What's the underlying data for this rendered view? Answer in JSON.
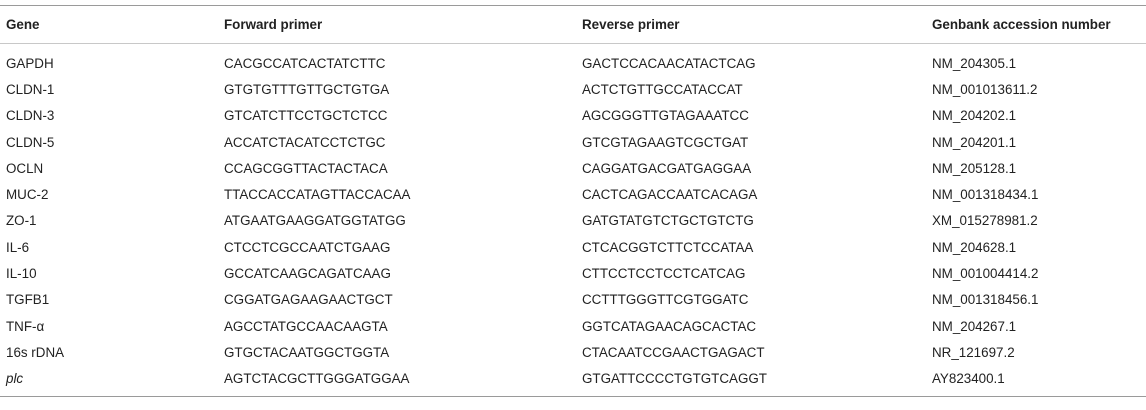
{
  "table": {
    "headers": {
      "gene": "Gene",
      "forward": "Forward primer",
      "reverse": "Reverse primer",
      "accession": "Genbank accession number"
    },
    "rows": [
      {
        "gene": "GAPDH",
        "forward": "CACGCCATCACTATCTTC",
        "reverse": "GACTCCACAACATACTCAG",
        "accession": "NM_204305.1"
      },
      {
        "gene": "CLDN-1",
        "forward": "GTGTGTTTGTTGCTGTGA",
        "reverse": "ACTCTGTTGCCATACCAT",
        "accession": "NM_001013611.2"
      },
      {
        "gene": "CLDN-3",
        "forward": "GTCATCTTCCTGCTCTCC",
        "reverse": "AGCGGGTTGTAGAAATCC",
        "accession": "NM_204202.1"
      },
      {
        "gene": "CLDN-5",
        "forward": "ACCATCTACATCCTCTGC",
        "reverse": "GTCGTAGAAGTCGCTGAT",
        "accession": "NM_204201.1"
      },
      {
        "gene": "OCLN",
        "forward": "CCAGCGGTTACTACTACA",
        "reverse": "CAGGATGACGATGAGGAA",
        "accession": "NM_205128.1"
      },
      {
        "gene": "MUC-2",
        "forward": "TTACCACCATAGTTACCACAA",
        "reverse": "CACTCAGACCAATCACAGA",
        "accession": "NM_001318434.1"
      },
      {
        "gene": "ZO-1",
        "forward": "ATGAATGAAGGATGGTATGG",
        "reverse": "GATGTATGTCTGCTGTCTG",
        "accession": "XM_015278981.2"
      },
      {
        "gene": "IL-6",
        "forward": "CTCCTCGCCAATCTGAAG",
        "reverse": "CTCACGGTCTTCTCCATAA",
        "accession": "NM_204628.1"
      },
      {
        "gene": "IL-10",
        "forward": "GCCATCAAGCAGATCAAG",
        "reverse": "CTTCCTCCTCCTCATCAG",
        "accession": "NM_001004414.2"
      },
      {
        "gene": "TGFB1",
        "forward": "CGGATGAGAAGAACTGCT",
        "reverse": "CCTTTGGGTTCGTGGATC",
        "accession": "NM_001318456.1"
      },
      {
        "gene": "TNF-α",
        "forward": "AGCCTATGCCAACAAGTA",
        "reverse": "GGTCATAGAACAGCACTAC",
        "accession": "NM_204267.1"
      },
      {
        "gene": "16s rDNA",
        "forward": "GTGCTACAATGGCTGGTA",
        "reverse": "CTACAATCCGAACTGAGACT",
        "accession": "NR_121697.2"
      },
      {
        "gene": "plc",
        "forward": "AGTCTACGCTTGGGATGGAA",
        "reverse": "GTGATTCCCCTGTGTCAGGT",
        "accession": "AY823400.1",
        "italic": true
      }
    ]
  }
}
